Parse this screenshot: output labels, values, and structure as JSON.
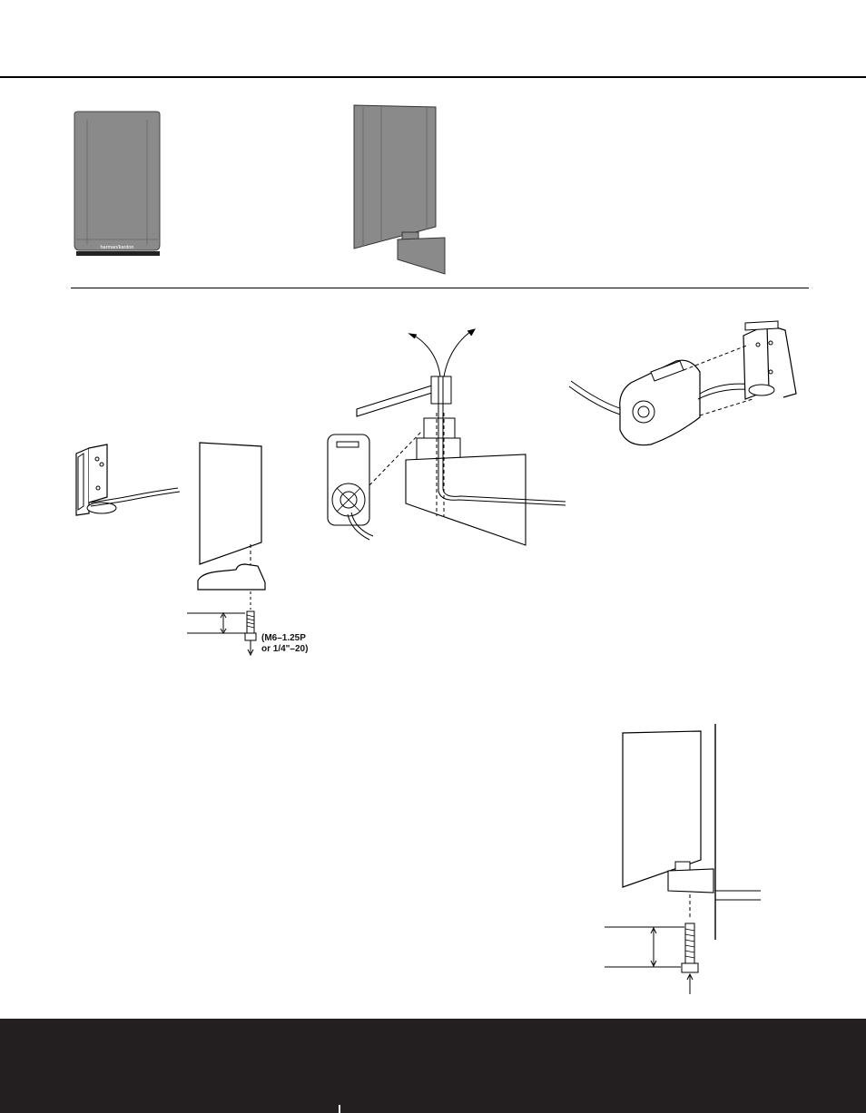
{
  "speaker_brand": "harman/kardon",
  "screw_spec": {
    "line1": "(M6–1.25P",
    "line2": "or 1/4\"–20)"
  },
  "colors": {
    "speaker_gray": "#8a8a8a",
    "footer": "#231f20",
    "line": "#000000"
  }
}
